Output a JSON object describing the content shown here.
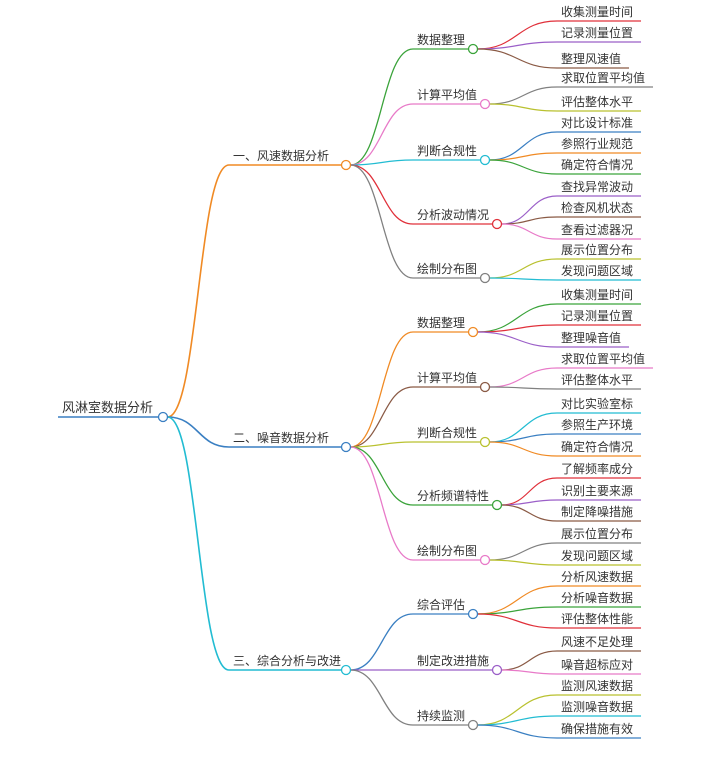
{
  "root": {
    "label": "风淋室数据分析",
    "color": "#3a7fc2"
  },
  "branches": [
    {
      "label": "一、风速数据分析",
      "color": "#f08a24",
      "children": [
        {
          "label": "数据整理",
          "color": "#3aa33a",
          "leaves": [
            {
              "label": "收集测量时间",
              "color": "#e0303a"
            },
            {
              "label": "记录测量位置",
              "color": "#9b5fc8"
            },
            {
              "label": "整理风速值",
              "color": "#8a5a45"
            }
          ]
        },
        {
          "label": "计算平均值",
          "color": "#e87ac8",
          "leaves": [
            {
              "label": "求取位置平均值",
              "color": "#808080"
            },
            {
              "label": "评估整体水平",
              "color": "#b9c12f"
            }
          ]
        },
        {
          "label": "判断合规性",
          "color": "#22bcd2",
          "leaves": [
            {
              "label": "对比设计标准",
              "color": "#3a7fc2"
            },
            {
              "label": "参照行业规范",
              "color": "#f08a24"
            },
            {
              "label": "确定符合情况",
              "color": "#3aa33a"
            }
          ]
        },
        {
          "label": "分析波动情况",
          "color": "#e0303a",
          "leaves": [
            {
              "label": "查找异常波动",
              "color": "#9b5fc8"
            },
            {
              "label": "检查风机状态",
              "color": "#8a5a45"
            },
            {
              "label": "查看过滤器况",
              "color": "#e87ac8"
            }
          ]
        },
        {
          "label": "绘制分布图",
          "color": "#808080",
          "leaves": [
            {
              "label": "展示位置分布",
              "color": "#b9c12f"
            },
            {
              "label": "发现问题区域",
              "color": "#22bcd2"
            }
          ]
        }
      ]
    },
    {
      "label": "二、噪音数据分析",
      "color": "#3a7fc2",
      "children": [
        {
          "label": "数据整理",
          "color": "#f08a24",
          "leaves": [
            {
              "label": "收集测量时间",
              "color": "#3aa33a"
            },
            {
              "label": "记录测量位置",
              "color": "#e0303a"
            },
            {
              "label": "整理噪音值",
              "color": "#9b5fc8"
            }
          ]
        },
        {
          "label": "计算平均值",
          "color": "#8a5a45",
          "leaves": [
            {
              "label": "求取位置平均值",
              "color": "#e87ac8"
            },
            {
              "label": "评估整体水平",
              "color": "#808080"
            }
          ]
        },
        {
          "label": "判断合规性",
          "color": "#b9c12f",
          "leaves": [
            {
              "label": "对比实验室标",
              "color": "#22bcd2"
            },
            {
              "label": "参照生产环境",
              "color": "#3a7fc2"
            },
            {
              "label": "确定符合情况",
              "color": "#f08a24"
            }
          ]
        },
        {
          "label": "分析频谱特性",
          "color": "#3aa33a",
          "leaves": [
            {
              "label": "了解频率成分",
              "color": "#e0303a"
            },
            {
              "label": "识别主要来源",
              "color": "#9b5fc8"
            },
            {
              "label": "制定降噪措施",
              "color": "#8a5a45"
            }
          ]
        },
        {
          "label": "绘制分布图",
          "color": "#e87ac8",
          "leaves": [
            {
              "label": "展示位置分布",
              "color": "#808080"
            },
            {
              "label": "发现问题区域",
              "color": "#b9c12f"
            }
          ]
        }
      ]
    },
    {
      "label": "三、综合分析与改进",
      "color": "#22bcd2",
      "children": [
        {
          "label": "综合评估",
          "color": "#3a7fc2",
          "leaves": [
            {
              "label": "分析风速数据",
              "color": "#f08a24"
            },
            {
              "label": "分析噪音数据",
              "color": "#3aa33a"
            },
            {
              "label": "评估整体性能",
              "color": "#e0303a"
            }
          ]
        },
        {
          "label": "制定改进措施",
          "color": "#9b5fc8",
          "leaves": [
            {
              "label": "风速不足处理",
              "color": "#8a5a45"
            },
            {
              "label": "噪音超标应对",
              "color": "#e87ac8"
            }
          ]
        },
        {
          "label": "持续监测",
          "color": "#808080",
          "leaves": [
            {
              "label": "监测风速数据",
              "color": "#b9c12f"
            },
            {
              "label": "监测噪音数据",
              "color": "#22bcd2"
            },
            {
              "label": "确保措施有效",
              "color": "#3a7fc2"
            }
          ]
        }
      ]
    }
  ]
}
